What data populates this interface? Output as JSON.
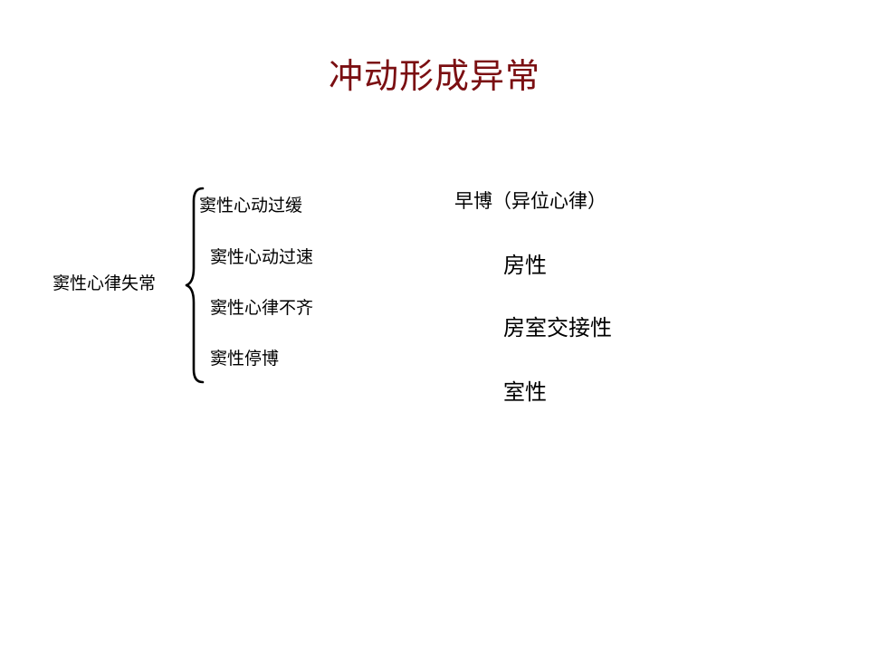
{
  "title": "冲动形成异常",
  "left_group": {
    "label": "窦性心律失常",
    "items": [
      "窦性心动过缓",
      "窦性心动过速",
      "窦性心律不齐",
      "窦性停博"
    ]
  },
  "right_group": {
    "heading": "早博（异位心律）",
    "items": [
      "房性",
      "房室交接性",
      "室性"
    ]
  }
}
